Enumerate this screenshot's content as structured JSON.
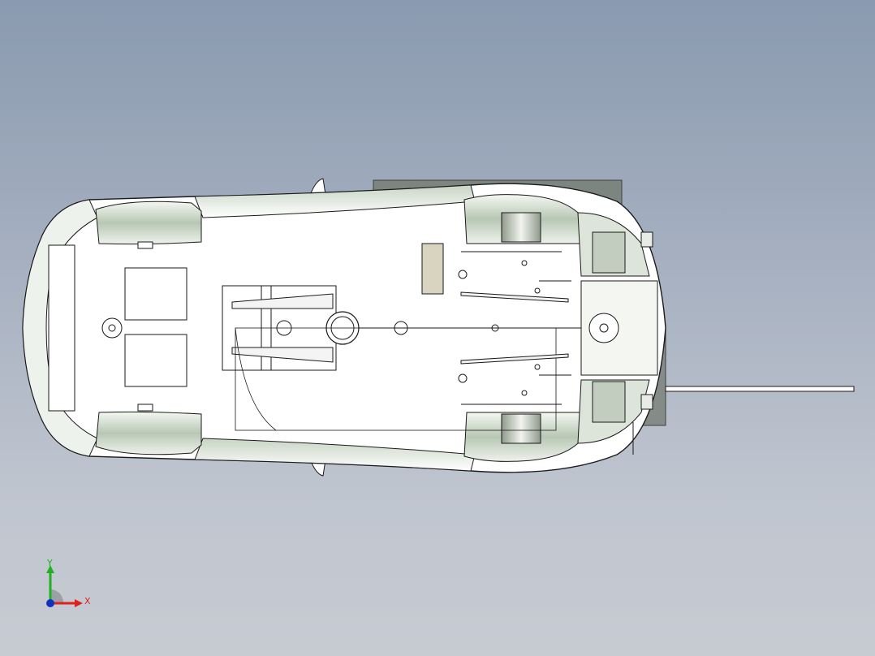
{
  "viewport": {
    "model": "car-chassis-top-view",
    "background": [
      "#8a9ab0",
      "#c7cbd2"
    ]
  },
  "triad": {
    "x_label": "X",
    "y_label": "Y",
    "x_color": "#e02020",
    "y_color": "#20b020",
    "origin_color": "#1030c0"
  },
  "colors": {
    "body_fill": "#ffffff",
    "outline": "#1a1a1a",
    "panel_gray": "#7d8580",
    "shade_light": "#d9e3d5",
    "shade_mid": "#a9b8a6",
    "tan_block": "#d8d4c0"
  }
}
